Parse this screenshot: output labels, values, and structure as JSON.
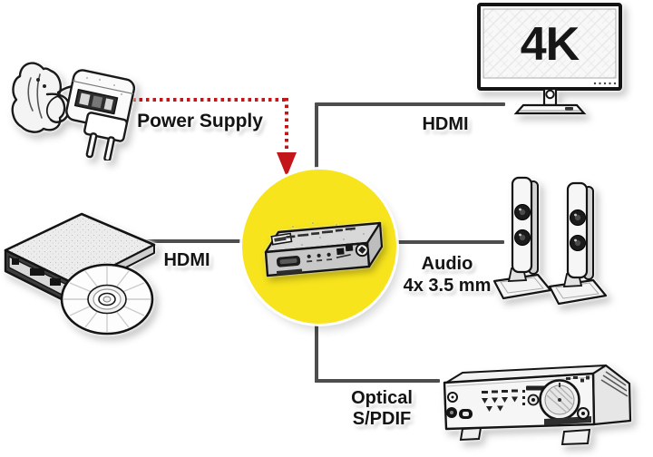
{
  "diagram": {
    "type": "product-connection-diagram",
    "labels": {
      "power_supply": "Power Supply",
      "hdmi_display": "HDMI",
      "hdmi_source": "HDMI",
      "audio_line1": "Audio",
      "audio_line2": "4x 3.5 mm",
      "optical_line1": "Optical",
      "optical_line2": "S/PDIF",
      "monitor_screen": "4K"
    },
    "icons": [
      "power-supply-icon",
      "monitor-4k-icon",
      "dvd-player-icon",
      "hdmi-audio-extractor-icon",
      "tower-speakers-icon",
      "av-receiver-icon"
    ],
    "colors": {
      "background": "#ffffff",
      "connection_line": "#4d4d4d",
      "power_arrow": "#c3161b",
      "highlight_circle": "#f7e41d",
      "label_text": "#141414"
    }
  }
}
